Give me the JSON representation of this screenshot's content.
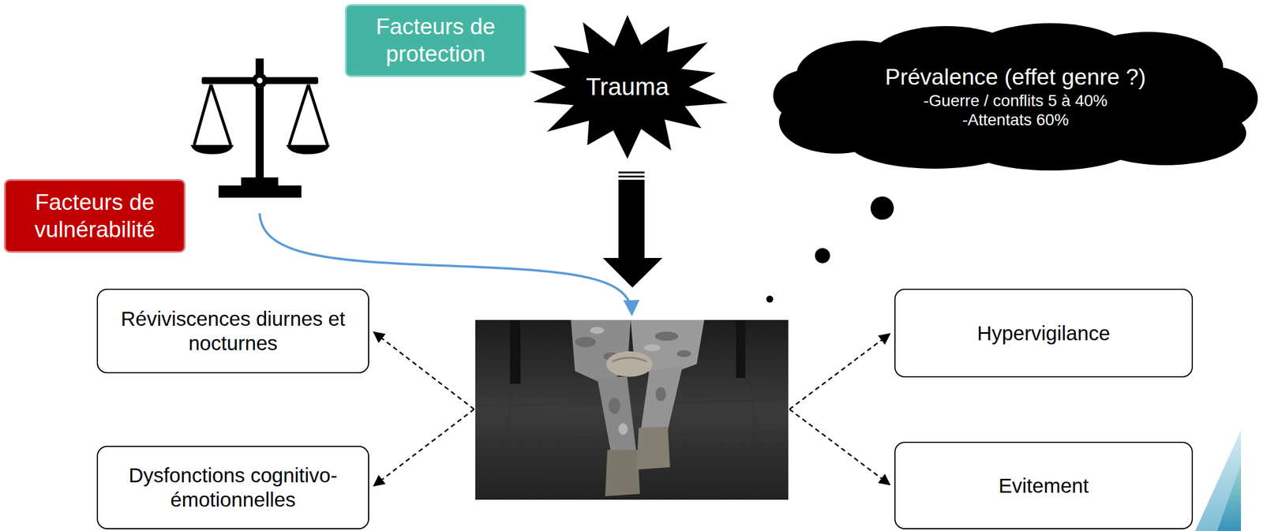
{
  "diagram": {
    "nodes": [
      {
        "text": [
          "Facteurs de protection"
        ]
      },
      {
        "text": [
          "Trauma"
        ]
      },
      {
        "text": [
          "Prévalence (effet genre ?)",
          "-Guerre / conflits 5 à 40%",
          "-Attentats 60%"
        ]
      },
      {
        "text": [
          "Facteurs de vulnérabilité"
        ]
      },
      {
        "text": [
          "Réviviscences diurnes et nocturnes"
        ]
      },
      {
        "text": [
          "Hypervigilance"
        ]
      },
      {
        "text": [
          "Dysfonctions cognitivo-émotionnelles"
        ]
      },
      {
        "text": [
          "Evitement"
        ]
      }
    ]
  }
}
